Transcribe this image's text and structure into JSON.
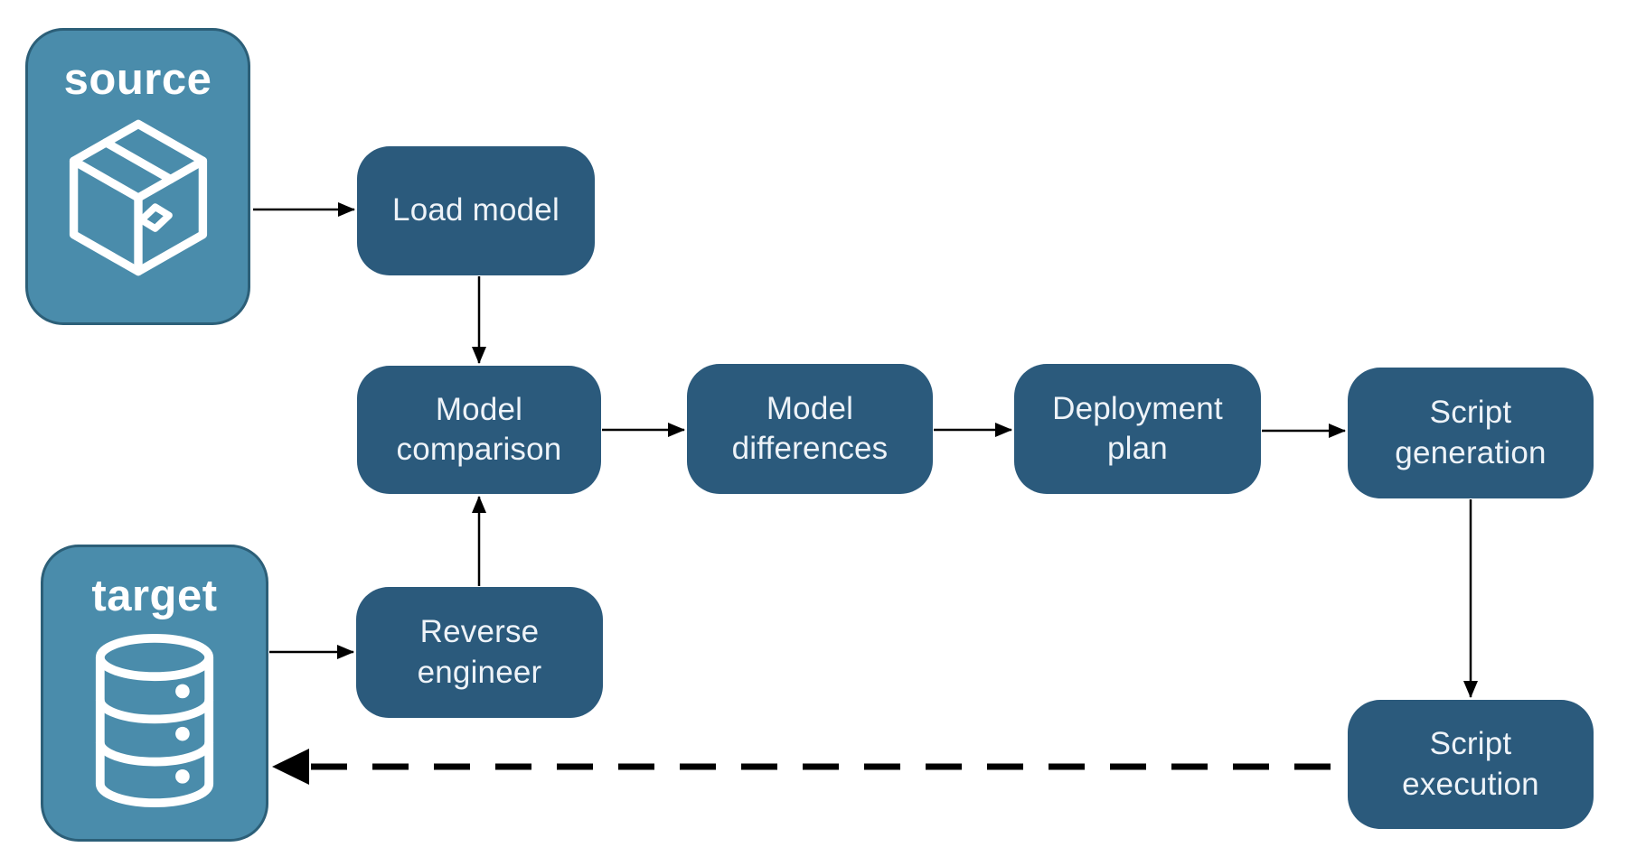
{
  "colors": {
    "page_bg": "#ffffff",
    "node_fill": "#2B5A7C",
    "node_text": "#EEF3F8",
    "endpoint_fill": "#4A8CAB",
    "endpoint_border": "#2C5F78",
    "endpoint_text": "#FFFFFF",
    "arrow": "#000000"
  },
  "endpoints": {
    "source": {
      "label": "source",
      "icon": "package-icon"
    },
    "target": {
      "label": "target",
      "icon": "database-icon"
    }
  },
  "nodes": {
    "load_model": {
      "label": "Load model"
    },
    "model_comparison": {
      "label": "Model comparison"
    },
    "model_differences": {
      "label": "Model differences"
    },
    "deployment_plan": {
      "label": "Deployment plan"
    },
    "script_generation": {
      "label": "Script generation"
    },
    "reverse_engineer": {
      "label": "Reverse engineer"
    },
    "script_execution": {
      "label": "Script execution"
    }
  },
  "edges": [
    {
      "from": "source",
      "to": "load_model",
      "style": "solid"
    },
    {
      "from": "load_model",
      "to": "model_comparison",
      "style": "solid"
    },
    {
      "from": "model_comparison",
      "to": "model_differences",
      "style": "solid"
    },
    {
      "from": "model_differences",
      "to": "deployment_plan",
      "style": "solid"
    },
    {
      "from": "deployment_plan",
      "to": "script_generation",
      "style": "solid"
    },
    {
      "from": "script_generation",
      "to": "script_execution",
      "style": "solid"
    },
    {
      "from": "target",
      "to": "reverse_engineer",
      "style": "solid"
    },
    {
      "from": "reverse_engineer",
      "to": "model_comparison",
      "style": "solid"
    },
    {
      "from": "script_execution",
      "to": "target",
      "style": "dashed"
    }
  ]
}
